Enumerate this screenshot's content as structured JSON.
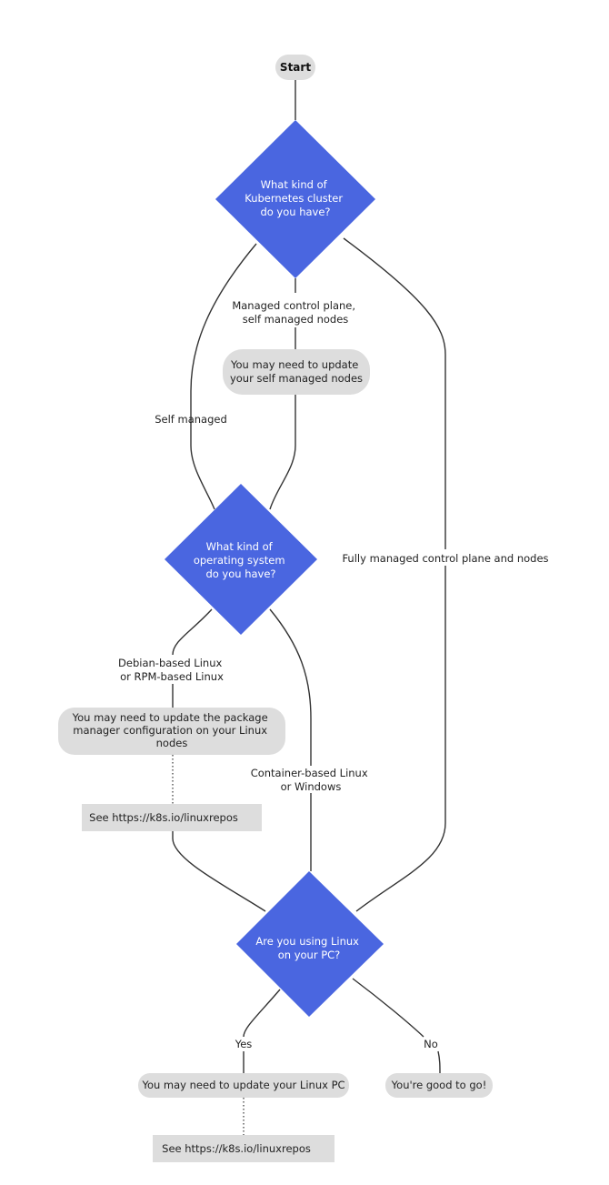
{
  "nodes": {
    "start": "Start",
    "q_cluster": [
      "What kind of",
      "Kubernetes cluster",
      "do you have?"
    ],
    "update_nodes": [
      "You may need to update",
      "your self managed nodes"
    ],
    "q_os": [
      "What kind of",
      "operating system",
      "do you have?"
    ],
    "update_pkg": [
      "You may need to update the package",
      "manager configuration on your Linux",
      "nodes"
    ],
    "see_link_1": "See https://k8s.io/linuxrepos",
    "q_pc": [
      "Are you using Linux",
      "on your PC?"
    ],
    "update_pc": "You may need to update your Linux PC",
    "good": "You're good to go!",
    "see_link_2": "See https://k8s.io/linuxrepos"
  },
  "edges": {
    "managed_cp": [
      "Managed control plane,",
      "self managed nodes"
    ],
    "self_managed": "Self managed",
    "fully_managed": "Fully managed control plane and nodes",
    "debian_rpm": [
      "Debian-based Linux",
      "or RPM-based Linux"
    ],
    "container_windows": [
      "Container-based Linux",
      "or Windows"
    ],
    "yes": "Yes",
    "no": "No"
  },
  "colors": {
    "decision": "#4a66e0",
    "box": "#dddddd",
    "line": "#333333"
  }
}
